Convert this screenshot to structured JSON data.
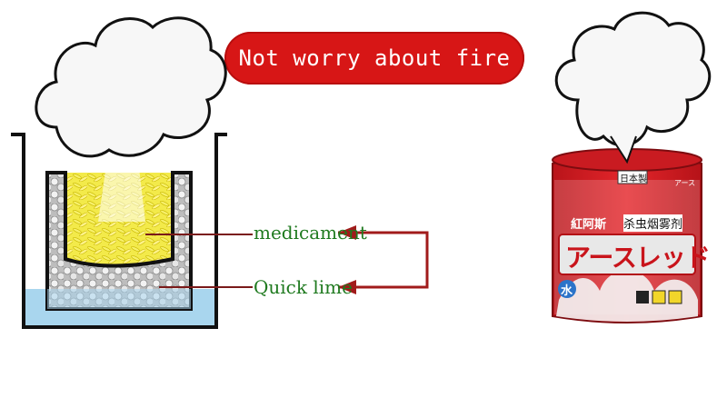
{
  "banner": {
    "text": "Not worry about fire",
    "color": "#d71616"
  },
  "diagram": {
    "label_top": "medicament",
    "label_bottom": "Quick lime",
    "arrow_color": "#a11b1b",
    "label_color": "#1f7a1f"
  },
  "product": {
    "origin": "日本製",
    "brand": "紅阿斯",
    "type": "杀虫烟雾剂",
    "name": "アースレッド",
    "water": "水",
    "badge": "アース"
  }
}
